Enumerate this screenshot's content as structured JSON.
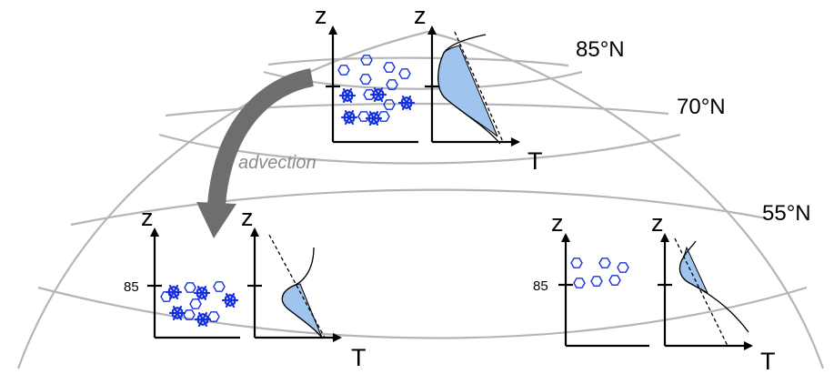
{
  "latitudes": {
    "lat85": "85°N",
    "lat70": "70°N",
    "lat55": "55°N"
  },
  "labels": {
    "z": "z",
    "t": "T",
    "advection": "advection",
    "level": "85"
  },
  "colors": {
    "ice": "#1530e0",
    "warm_layer": "#9fc5ef",
    "grid": "#b5b5b5",
    "arrow": "#6e6e6e"
  },
  "icons": {
    "ice_crystal": "hexagon",
    "snowflake": "snowflake"
  }
}
